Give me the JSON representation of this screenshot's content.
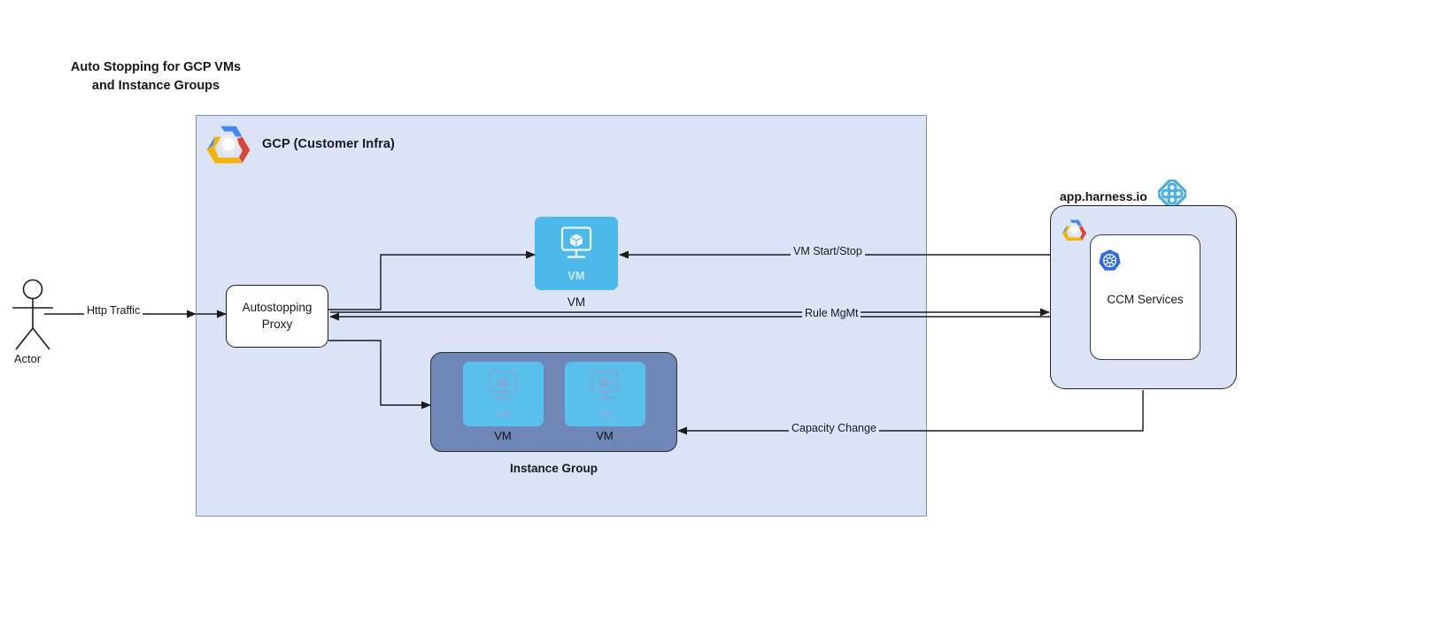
{
  "title": "Auto Stopping for GCP VMs\nand Instance Groups",
  "gcp_container": {
    "label": "GCP (Customer Infra)",
    "logo_icon": "gcp-logo-icon",
    "fill_color": "#dae4f6",
    "border_color": "#7c96c6"
  },
  "actor": {
    "label": "Actor",
    "icon": "actor-stick-figure-icon"
  },
  "proxy": {
    "label": "Autostopping\nProxy"
  },
  "vm_single": {
    "inner_label": "VM",
    "outer_label": "VM",
    "icon": "vm-monitor-cube-icon",
    "fill_color": "#4db8ea"
  },
  "instance_group": {
    "label": "Instance Group",
    "fill_color": "#6e87b7",
    "vms": [
      {
        "inner_label": "VM",
        "outer_label": "VM",
        "icon": "vm-monitor-cube-icon"
      },
      {
        "inner_label": "VM",
        "outer_label": "VM",
        "icon": "vm-monitor-cube-icon"
      }
    ]
  },
  "harness": {
    "title": "app.harness.io",
    "logo_icon": "harness-diamond-logo-icon",
    "gcp_badge_icon": "gcp-logo-icon",
    "fill_color": "#dae4f6",
    "service_box": {
      "label": "CCM Services",
      "icon": "kubernetes-wheel-icon",
      "icon_color": "#326ce5"
    }
  },
  "connectors": [
    {
      "label": "Http Traffic",
      "from": "actor",
      "to": "proxy"
    },
    {
      "label": "VM Start/Stop",
      "from": "ccm-services",
      "to": "vm-single"
    },
    {
      "label": "Rule MgMt",
      "from": "ccm-services",
      "to": "proxy"
    },
    {
      "label": "Capacity Change",
      "from": "ccm-services",
      "to": "instance-group"
    }
  ]
}
